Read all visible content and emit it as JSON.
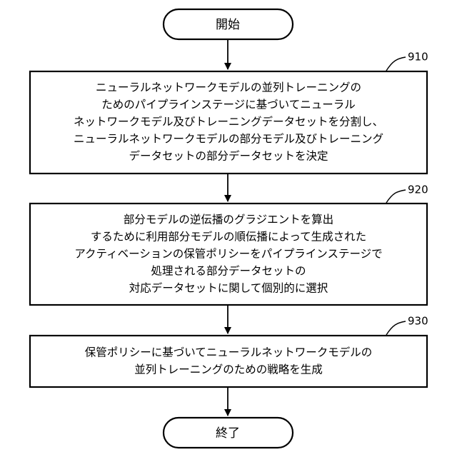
{
  "flowchart": {
    "start": "開始",
    "end": "終了",
    "steps": [
      {
        "ref": "910",
        "lines": [
          "ニューラルネットワークモデルの並列トレーニングの",
          "ためのパイプラインステージに基づいてニューラル",
          "ネットワークモデル及びトレーニングデータセットを分割し、",
          "ニューラルネットワークモデルの部分モデル及びトレーニング",
          "データセットの部分データセットを決定"
        ]
      },
      {
        "ref": "920",
        "lines": [
          "部分モデルの逆伝播のグラジエントを算出",
          "するために利用部分モデルの順伝播によって生成された",
          "アクティベーションの保管ポリシーをパイプラインステージで",
          "処理される部分データセットの",
          "対応データセットに関して個別的に選択"
        ]
      },
      {
        "ref": "930",
        "lines": [
          "保管ポリシーに基づいてニューラルネットワークモデルの",
          "並列トレーニングのための戦略を生成"
        ]
      }
    ]
  }
}
